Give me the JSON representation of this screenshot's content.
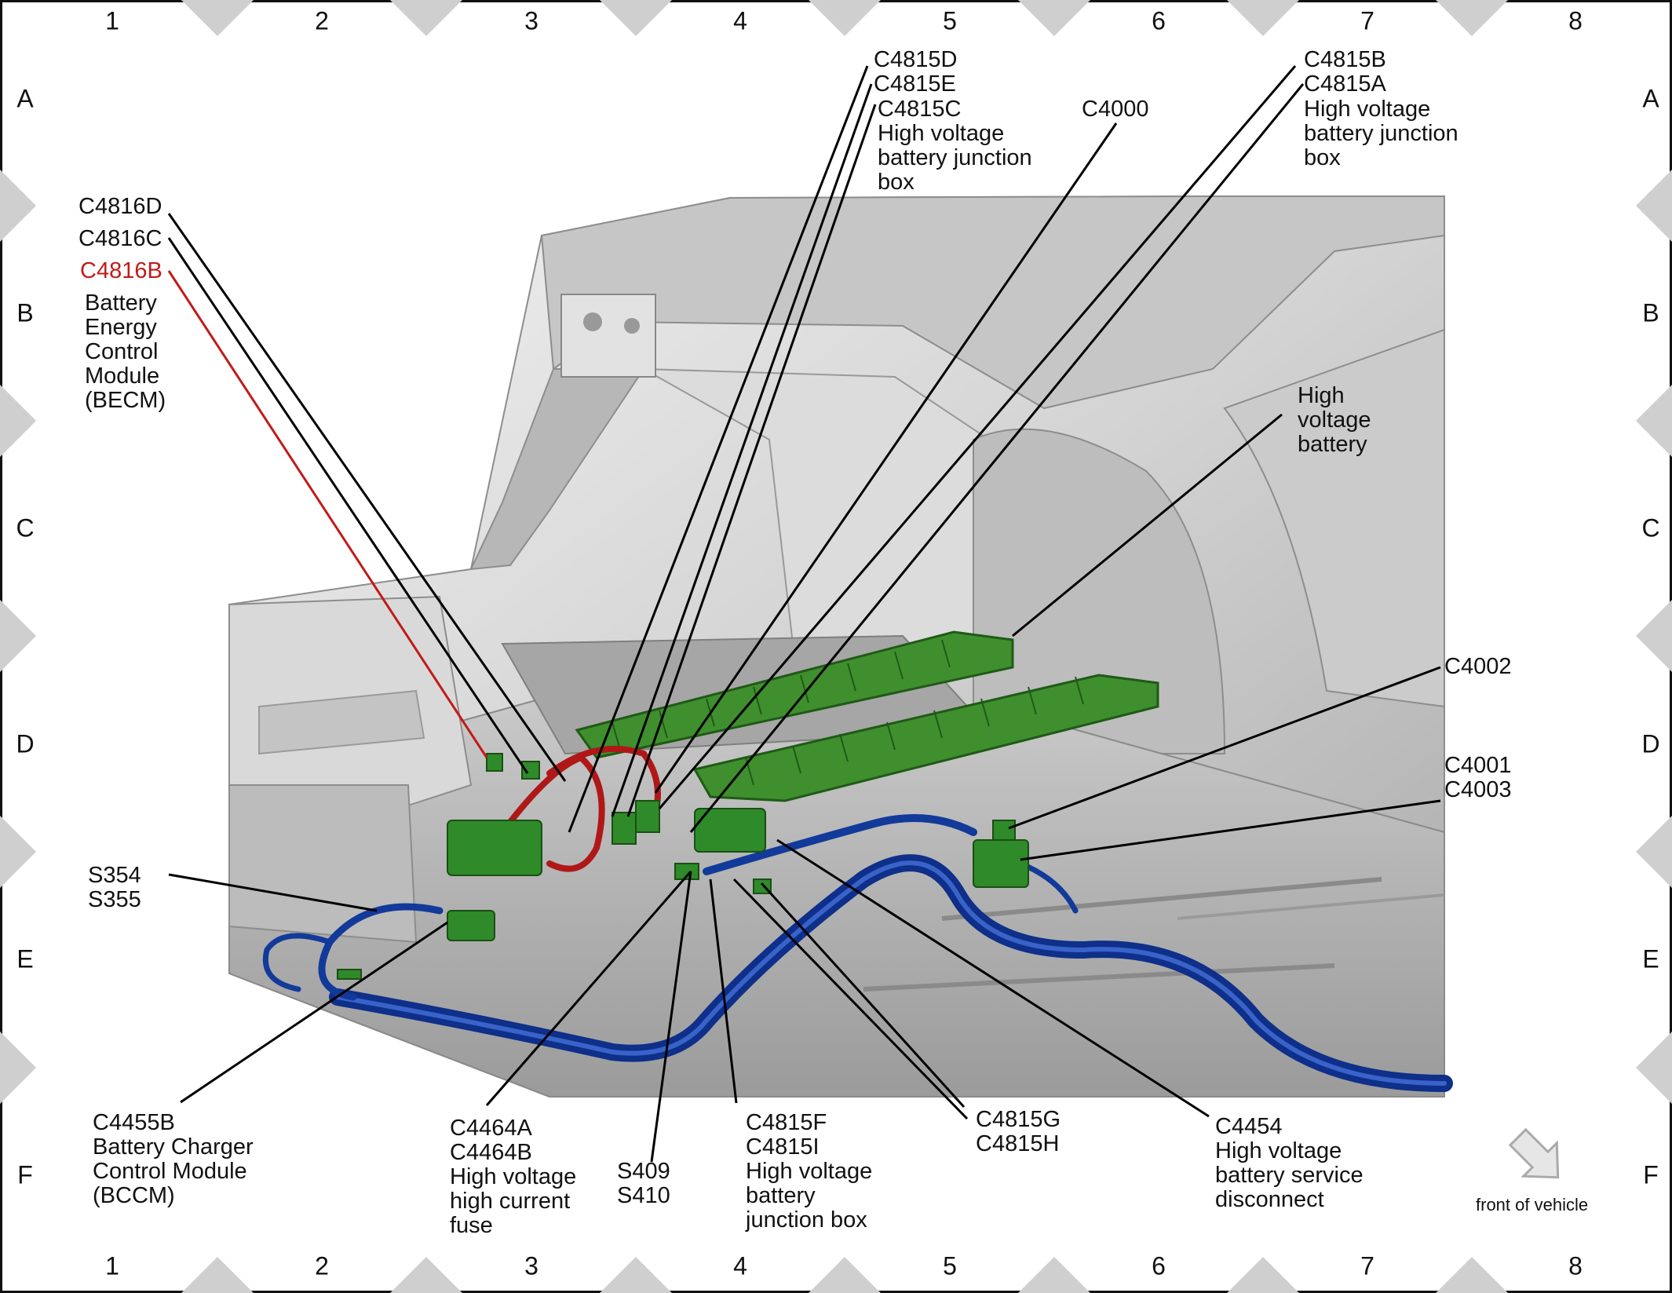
{
  "grid": {
    "columns": [
      "1",
      "2",
      "3",
      "4",
      "5",
      "6",
      "7",
      "8"
    ],
    "rows": [
      "A",
      "B",
      "C",
      "D",
      "E",
      "F"
    ]
  },
  "colors": {
    "highlight_red": "#c21a1a",
    "harness_blue": "#123a9a",
    "component_green": "#2f8a2a",
    "body_gray": "#d6d6d6"
  },
  "labels": {
    "c4816": {
      "d": "C4816D",
      "c": "C4816C",
      "b": "C4816B",
      "desc": "Battery\nEnergy\nControl\nModule\n(BECM)"
    },
    "c4815_top_left": {
      "d": "C4815D",
      "e": "C4815E",
      "c": "C4815C",
      "desc": "High voltage\nbattery junction\nbox"
    },
    "c4000": "C4000",
    "c4815_top_right": {
      "b": "C4815B",
      "a": "C4815A",
      "desc": "High voltage\nbattery junction\nbox"
    },
    "hv_battery": "High\nvoltage\nbattery",
    "c4002": "C4002",
    "c4001_c4003": "C4001\nC4003",
    "s354_s355": "S354\nS355",
    "c4455b": "C4455B\nBattery Charger\nControl Module\n(BCCM)",
    "c4464": "C4464A\nC4464B\nHigh voltage\nhigh current\nfuse",
    "s409_s410": "S409\nS410",
    "c4815fi": "C4815F\nC4815I\nHigh voltage\nbattery\njunction box",
    "c4815gh": "C4815G\nC4815H",
    "c4454": "C4454\nHigh voltage\nbattery service\ndisconnect",
    "front_of_vehicle": "front of vehicle"
  }
}
